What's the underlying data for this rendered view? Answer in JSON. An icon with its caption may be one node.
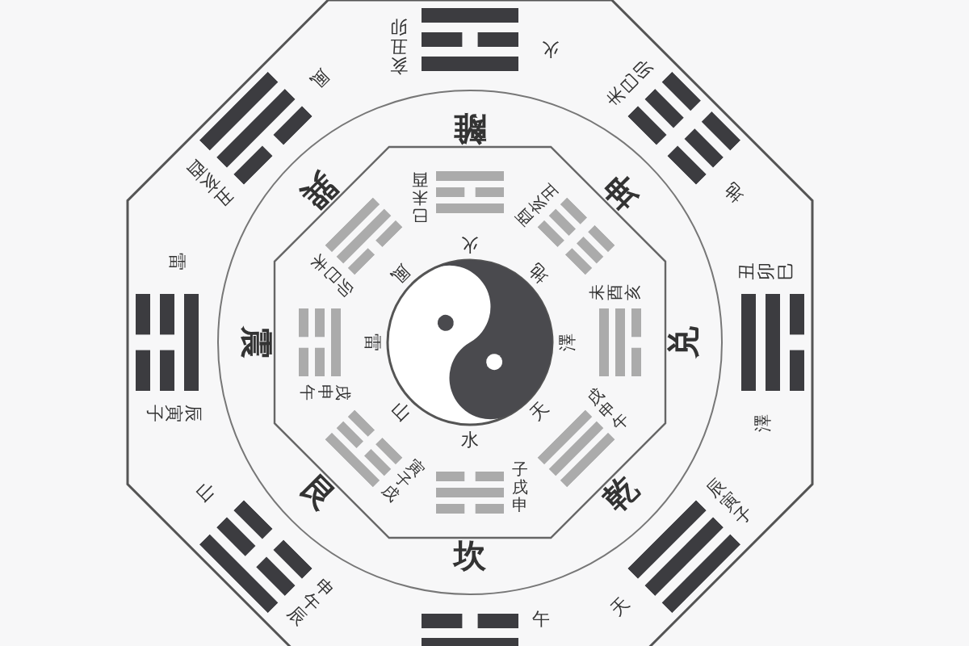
{
  "diagram": {
    "labels": [
      "離",
      "亥丑卯",
      "火",
      "巳未酉",
      "火",
      "坤",
      "未巳卯",
      "地",
      "酉亥丑",
      "地",
      "兑",
      "丑卯巳",
      "澤",
      "未酉亥",
      "澤",
      "乾",
      "辰寅子",
      "天",
      "戌申午",
      "天",
      "坎",
      "午",
      "子戌申",
      "水",
      "艮",
      "申午辰",
      "山",
      "寅子戌",
      "山",
      "震",
      "辰寅子",
      "雷",
      "戌申午",
      "雷",
      "巽",
      "丑亥酉",
      "風",
      "卯巳未",
      "風"
    ]
  }
}
